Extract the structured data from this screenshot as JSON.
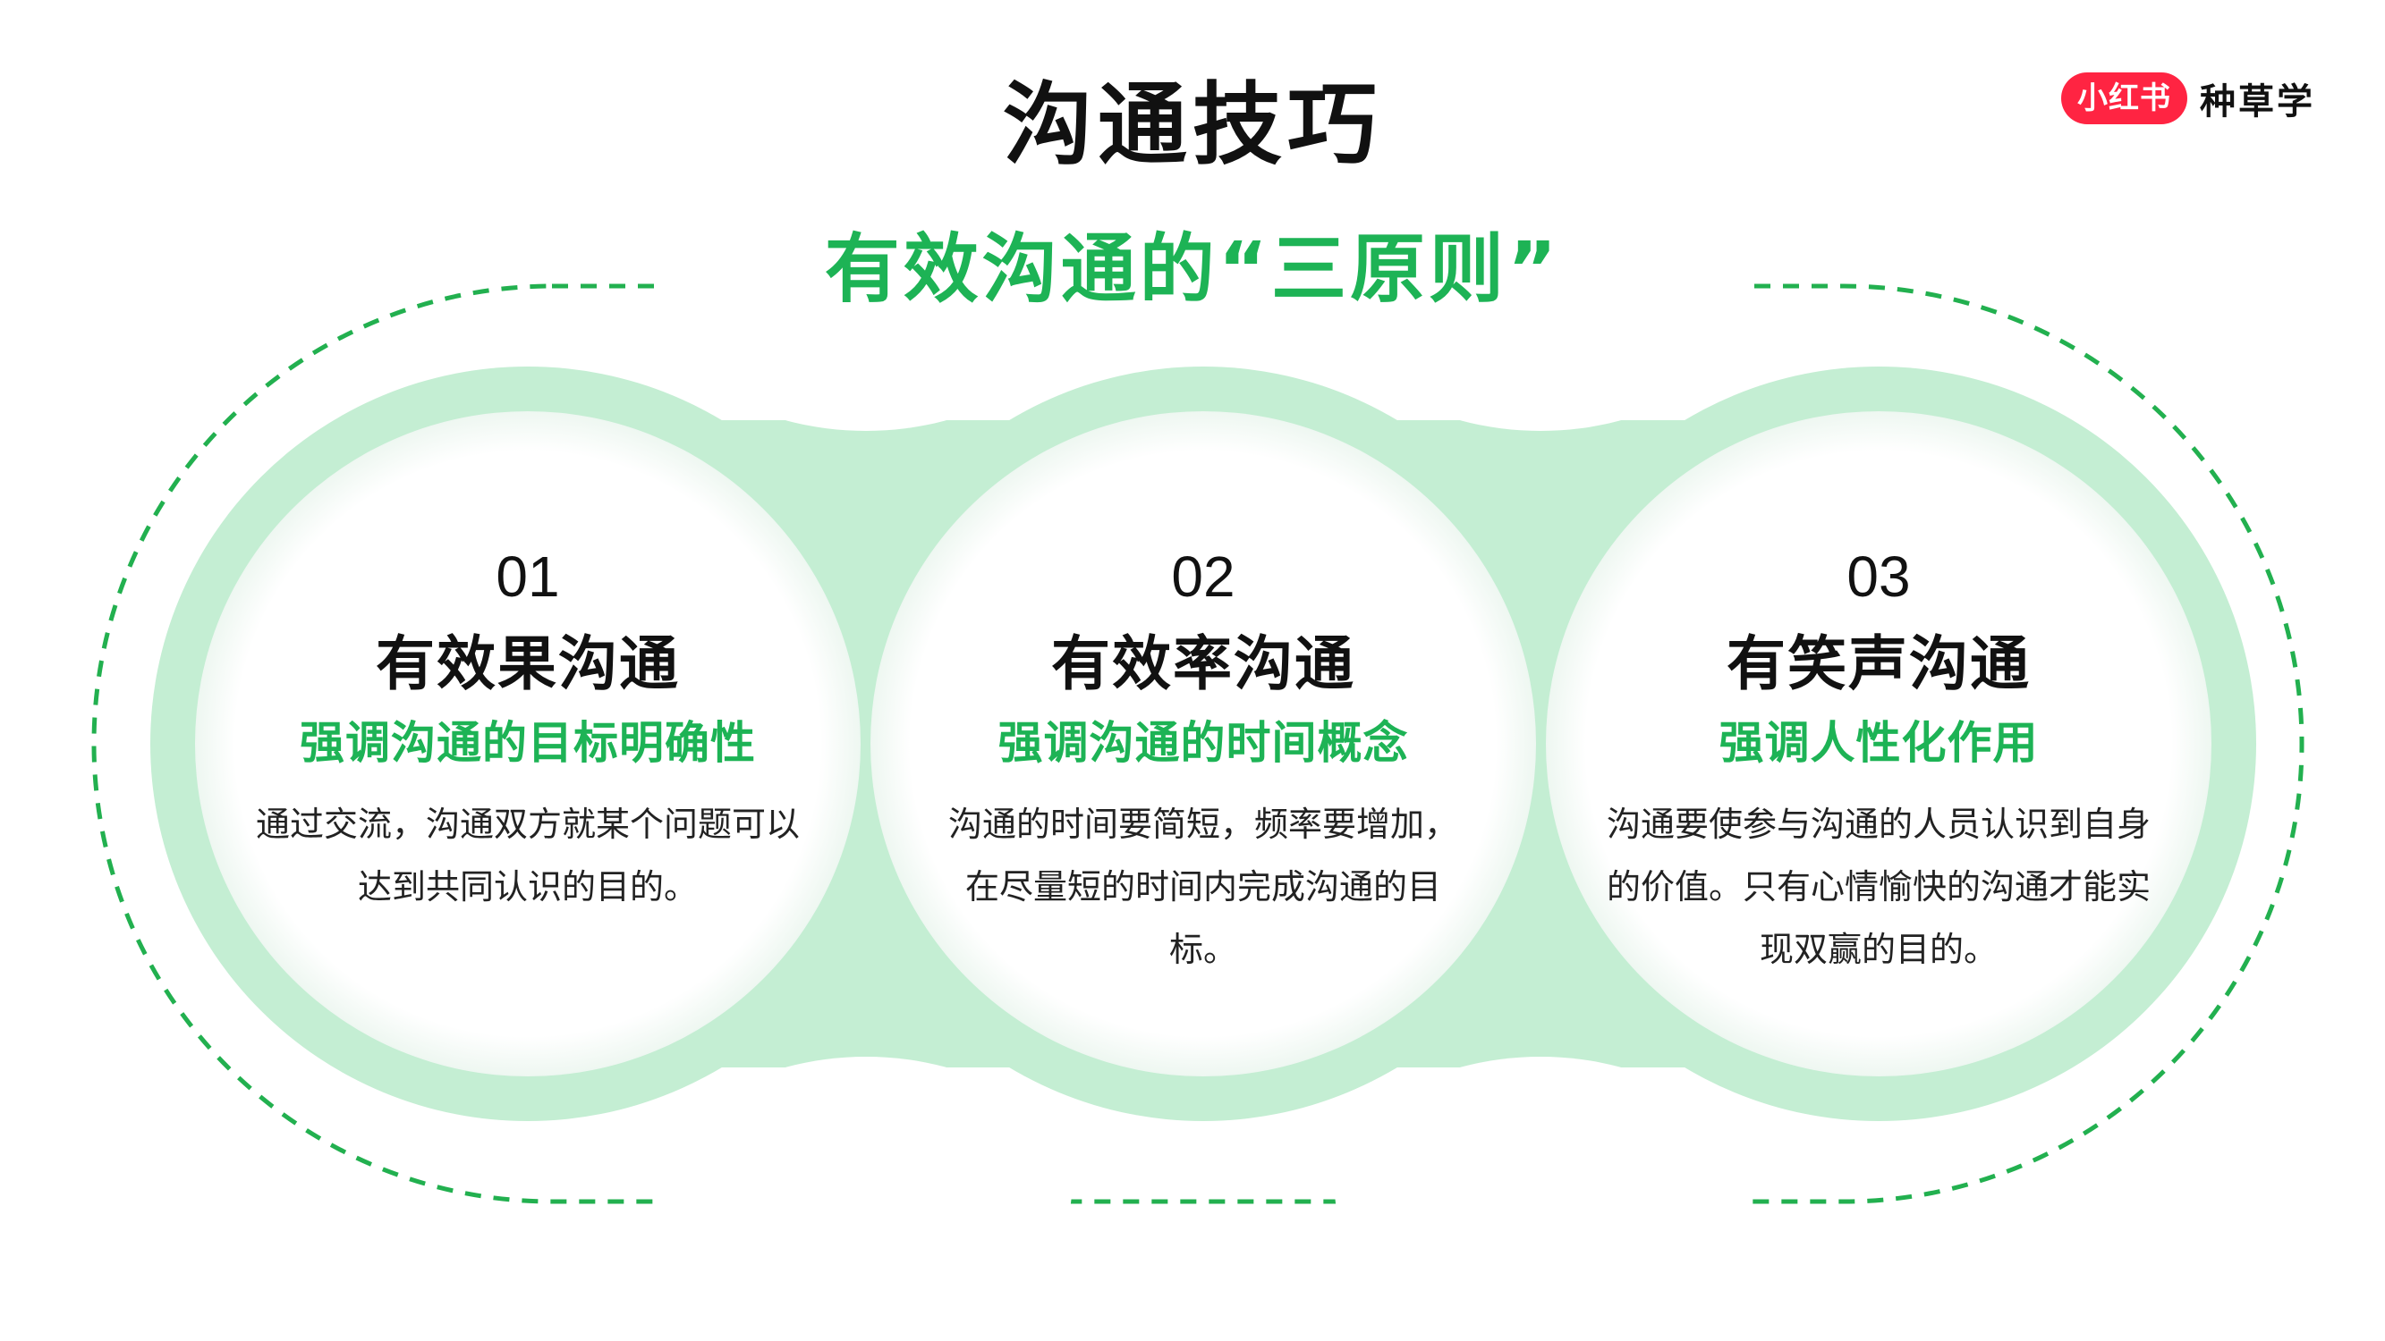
{
  "title": "沟通技巧",
  "brand": {
    "badge": "小红书",
    "text": "种草学"
  },
  "subtitle": "有效沟通的“三原则”",
  "colors": {
    "accent": "#1db355",
    "band": "#c4eed3",
    "brand_red": "#ff2442"
  },
  "principles": [
    {
      "number": "01",
      "title": "有效果沟通",
      "subtitle": "强调沟通的目标明确性",
      "description": "通过交流，沟通双方就某个问题可以达到共同认识的目的。"
    },
    {
      "number": "02",
      "title": "有效率沟通",
      "subtitle": "强调沟通的时间概念",
      "description": "沟通的时间要简短，频率要增加，在尽量短的时间内完成沟通的目标。"
    },
    {
      "number": "03",
      "title": "有笑声沟通",
      "subtitle": "强调人性化作用",
      "description": "沟通要使参与沟通的人员认识到自身的价值。只有心情愉快的沟通才能实现双赢的目的。"
    }
  ]
}
